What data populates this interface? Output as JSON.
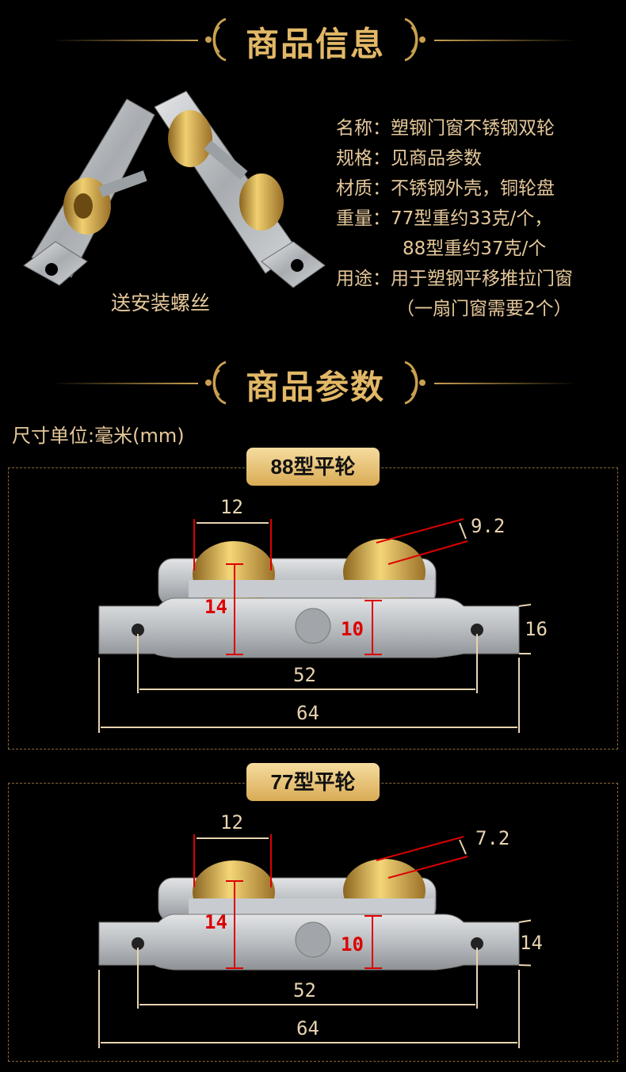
{
  "sections": {
    "info_title": "商品信息",
    "params_title": "商品参数"
  },
  "info": {
    "caption": "送安装螺丝",
    "rows": [
      "名称：塑钢门窗不锈钢双轮",
      "规格：见商品参数",
      "材质：不锈钢外壳，铜轮盘",
      "重量：77型重约33克/个，",
      "88型重约37克/个",
      "用途：用于塑钢平移推拉门窗",
      "（一扇门窗需要2个）"
    ]
  },
  "unit_label": "尺寸单位:毫米(mm)",
  "diagrams": [
    {
      "badge": "88型平轮",
      "dims": {
        "wheel_w": "12",
        "wheel_t": "9.2",
        "height": "14",
        "axle": "10",
        "side": "16",
        "hole": "52",
        "total": "64"
      }
    },
    {
      "badge": "77型平轮",
      "dims": {
        "wheel_w": "12",
        "wheel_t": "7.2",
        "height": "14",
        "axle": "10",
        "side": "14",
        "hole": "52",
        "total": "64"
      }
    }
  ],
  "colors": {
    "gold": "#e2b867",
    "badge": "#e9c47a",
    "dim_red": "#dd0000",
    "brass": "#c9a040",
    "steel": "#b8bcc0"
  }
}
